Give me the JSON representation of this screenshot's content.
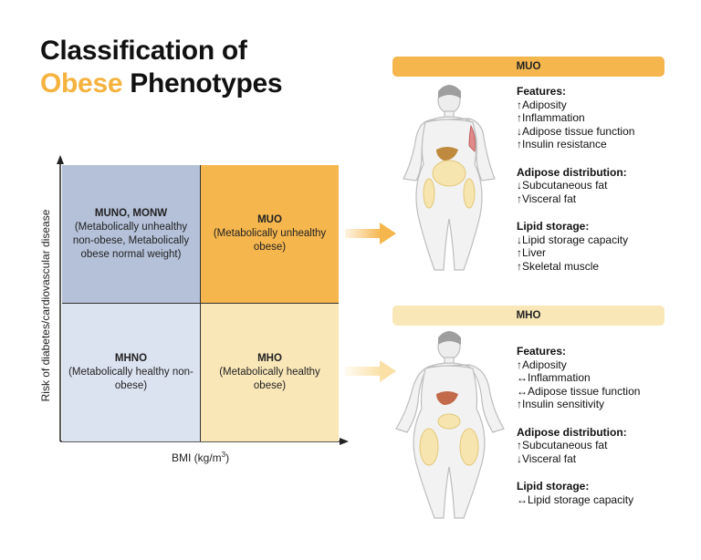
{
  "title": {
    "line1": "Classification of",
    "line2_highlight": "Obese",
    "line2_rest": " Phenotypes"
  },
  "axes": {
    "y_label": "Risk of diabetes/cardiovascular disease",
    "x_label": "BMI (kg/m",
    "x_label_sup": "3",
    "x_label_close": ")"
  },
  "quadrants": {
    "muno": {
      "name": "MUNO, MONW",
      "desc": "(Metabolically unhealthy non-obese, Metabolically obese normal weight)"
    },
    "muo": {
      "name": "MUO",
      "desc": "(Metabolically unhealthy obese)"
    },
    "mhno": {
      "name": "MHNO",
      "desc": "(Metabolically healthy non-obese)"
    },
    "mho": {
      "name": "MHO",
      "desc": "(Metabolically healthy obese)"
    }
  },
  "muo_panel": {
    "header": "MUO",
    "features_title": "Features:",
    "features": [
      "↑Adiposity",
      "↑Inflammation",
      "↓Adipose tissue function",
      "↑Insulin resistance"
    ],
    "distribution_title": "Adipose distribution:",
    "distribution": [
      "↓Subcutaneous fat",
      "↑Visceral fat"
    ],
    "lipid_title": "Lipid storage:",
    "lipid": [
      "↓Lipid storage capacity",
      "↑Liver",
      "↑Skeletal muscle"
    ]
  },
  "mho_panel": {
    "header": "MHO",
    "features_title": "Features:",
    "features": [
      "↑Adiposity",
      "↔Inflammation",
      "↔Adipose tissue function",
      "↑Insulin sensitivity"
    ],
    "distribution_title": "Adipose distribution:",
    "distribution": [
      "↑Subcutaneous fat",
      "↓Visceral fat"
    ],
    "lipid_title": "Lipid storage:",
    "lipid": [
      "↔Lipid storage capacity"
    ]
  },
  "colors": {
    "accent": "#F5B23E",
    "muno": "#B5C1D9",
    "muo": "#F5B64E",
    "mhno": "#DCE3F0",
    "mho": "#FAE7B8",
    "liver_muo": "#C08A3E",
    "liver_mho": "#C26A4A"
  }
}
